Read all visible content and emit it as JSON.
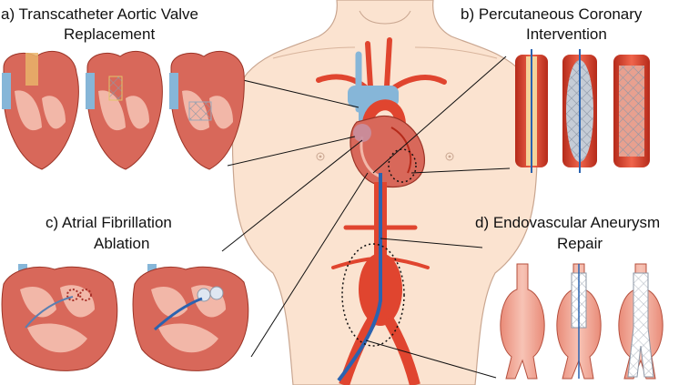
{
  "panels": {
    "a": {
      "title_line1": "a) Transcatheter Aortic Valve",
      "title_line2": "Replacement"
    },
    "b": {
      "title_line1": "b) Percutaneous Coronary",
      "title_line2": "Intervention"
    },
    "c": {
      "title_line1": "c) Atrial Fibrillation",
      "title_line2": "Ablation"
    },
    "d": {
      "title_line1": "d) Endovascular Aneurysm",
      "title_line2": "Repair"
    }
  },
  "colors": {
    "skin": "#fbe3d0",
    "skin_outline": "#c9a690",
    "artery": "#e0452f",
    "artery_dark": "#b52a1a",
    "vein": "#86b6d8",
    "catheter": "#2a63b0",
    "heart": "#d8685a",
    "heart_inner": "#f2b7a8",
    "stent": "#9aa7b8",
    "leader": "#111111"
  },
  "icons": [
    "torso-illustration",
    "heart-cutaway-illustration",
    "stent-illustration",
    "aneurysm-stent-graft-illustration"
  ]
}
